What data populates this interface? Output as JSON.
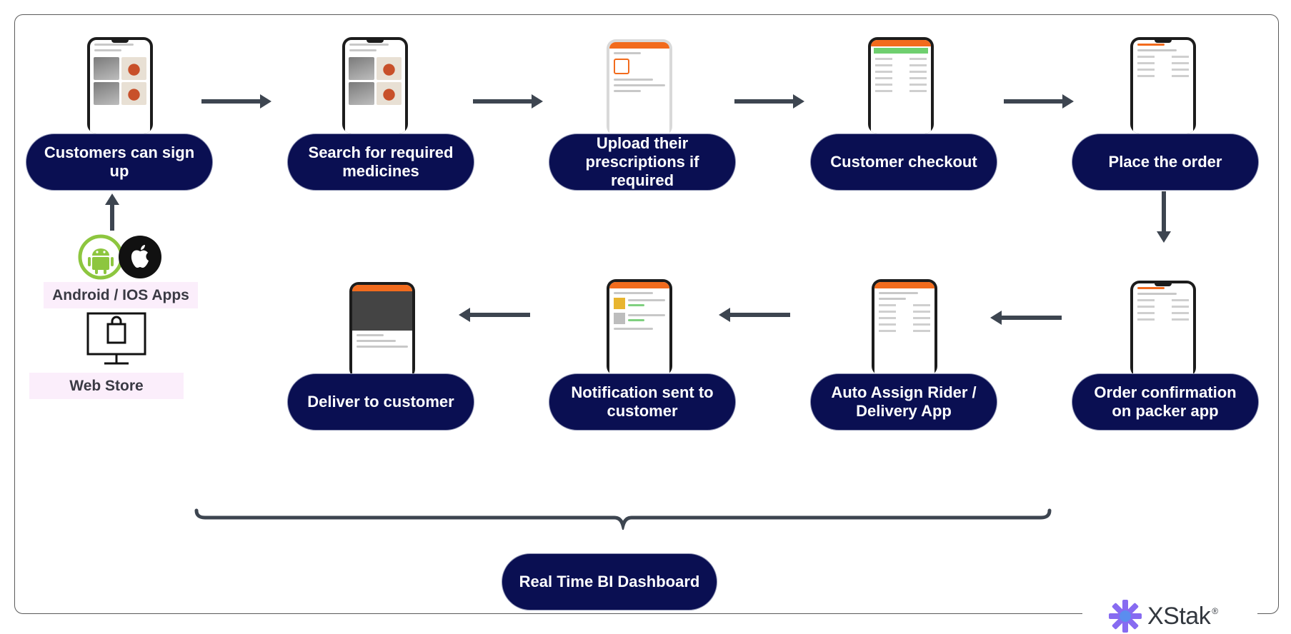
{
  "steps_row1": [
    {
      "id": "signup",
      "label": "Customers can sign up"
    },
    {
      "id": "search",
      "label": "Search for required medicines"
    },
    {
      "id": "upload",
      "label": "Upload their prescriptions if required"
    },
    {
      "id": "checkout",
      "label": "Customer checkout"
    },
    {
      "id": "place-order",
      "label": "Place the order"
    }
  ],
  "steps_row2": [
    {
      "id": "order-confirmation",
      "label": "Order confirmation on packer app"
    },
    {
      "id": "auto-assign",
      "label": "Auto Assign Rider / Delivery App"
    },
    {
      "id": "notification",
      "label": "Notification sent to customer"
    },
    {
      "id": "deliver",
      "label": "Deliver to customer"
    }
  ],
  "channels": {
    "apps_label": "Android / IOS Apps",
    "web_label": "Web Store"
  },
  "dashboard": {
    "label": "Real Time BI Dashboard"
  },
  "brand": {
    "name": "XStak",
    "mark": "®"
  },
  "colors": {
    "pill": "#0a0f52",
    "arrow": "#3d4550",
    "android": "#8dc63f",
    "accent_orange": "#f26b1d",
    "logo_star": "#7b5cf0"
  },
  "icons": [
    "android-icon",
    "apple-icon",
    "web-store-icon"
  ]
}
